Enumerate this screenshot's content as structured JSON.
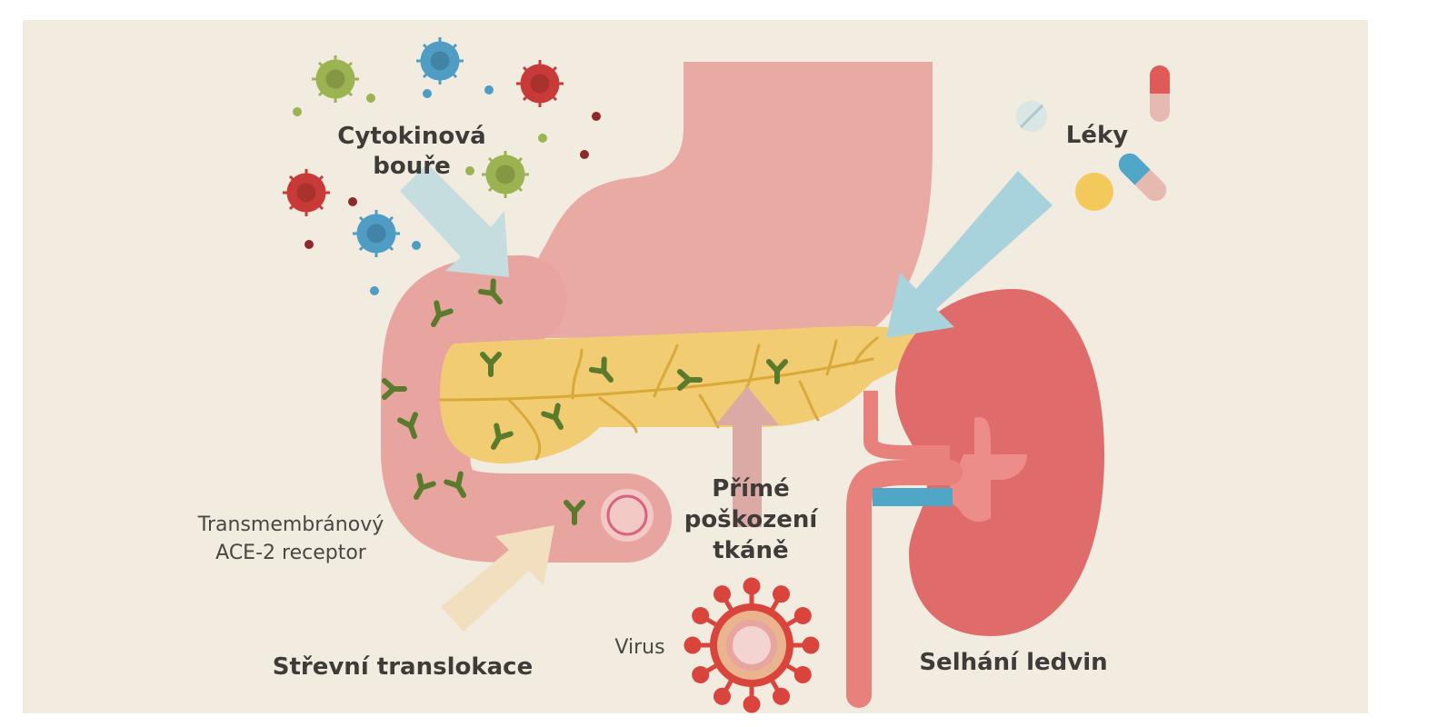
{
  "labels": {
    "cytokine_storm_line1": "Cytokinová",
    "cytokine_storm_line2": "bouře",
    "drugs": "Léky",
    "ace2_line1": "Transmembránový",
    "ace2_line2": "ACE-2 receptor",
    "direct_damage_line1": "Přímé",
    "direct_damage_line2": "poškození",
    "direct_damage_line3": "tkáně",
    "virus": "Virus",
    "intestinal_translocation": "Střevní translokace",
    "kidney_failure": "Selhání ledvin"
  },
  "colors": {
    "background": "#f1ebe0",
    "stomach": "#e9aaa3",
    "duodenum": "#e8a5a0",
    "pancreas": "#f2cc72",
    "pancreatic_duct": "#d9a93a",
    "receptor": "#5a7a2c",
    "kidney": "#e06b6b",
    "kidney_pelvis": "#ed8d8a",
    "vessel": "#e8807c",
    "arrow_blue": "#c6dde0",
    "arrow_drugs": "#a8d2dc",
    "arrow_beige": "#f1dfc0",
    "arrow_pink": "#dcaaa4",
    "virus_red": "#d9443c",
    "virus_blue": "#4f9cc4",
    "virus_green": "#9bb351"
  },
  "icons": [
    "cytokine-virus-icon",
    "pill-icon",
    "capsule-icon",
    "coronavirus-icon"
  ]
}
